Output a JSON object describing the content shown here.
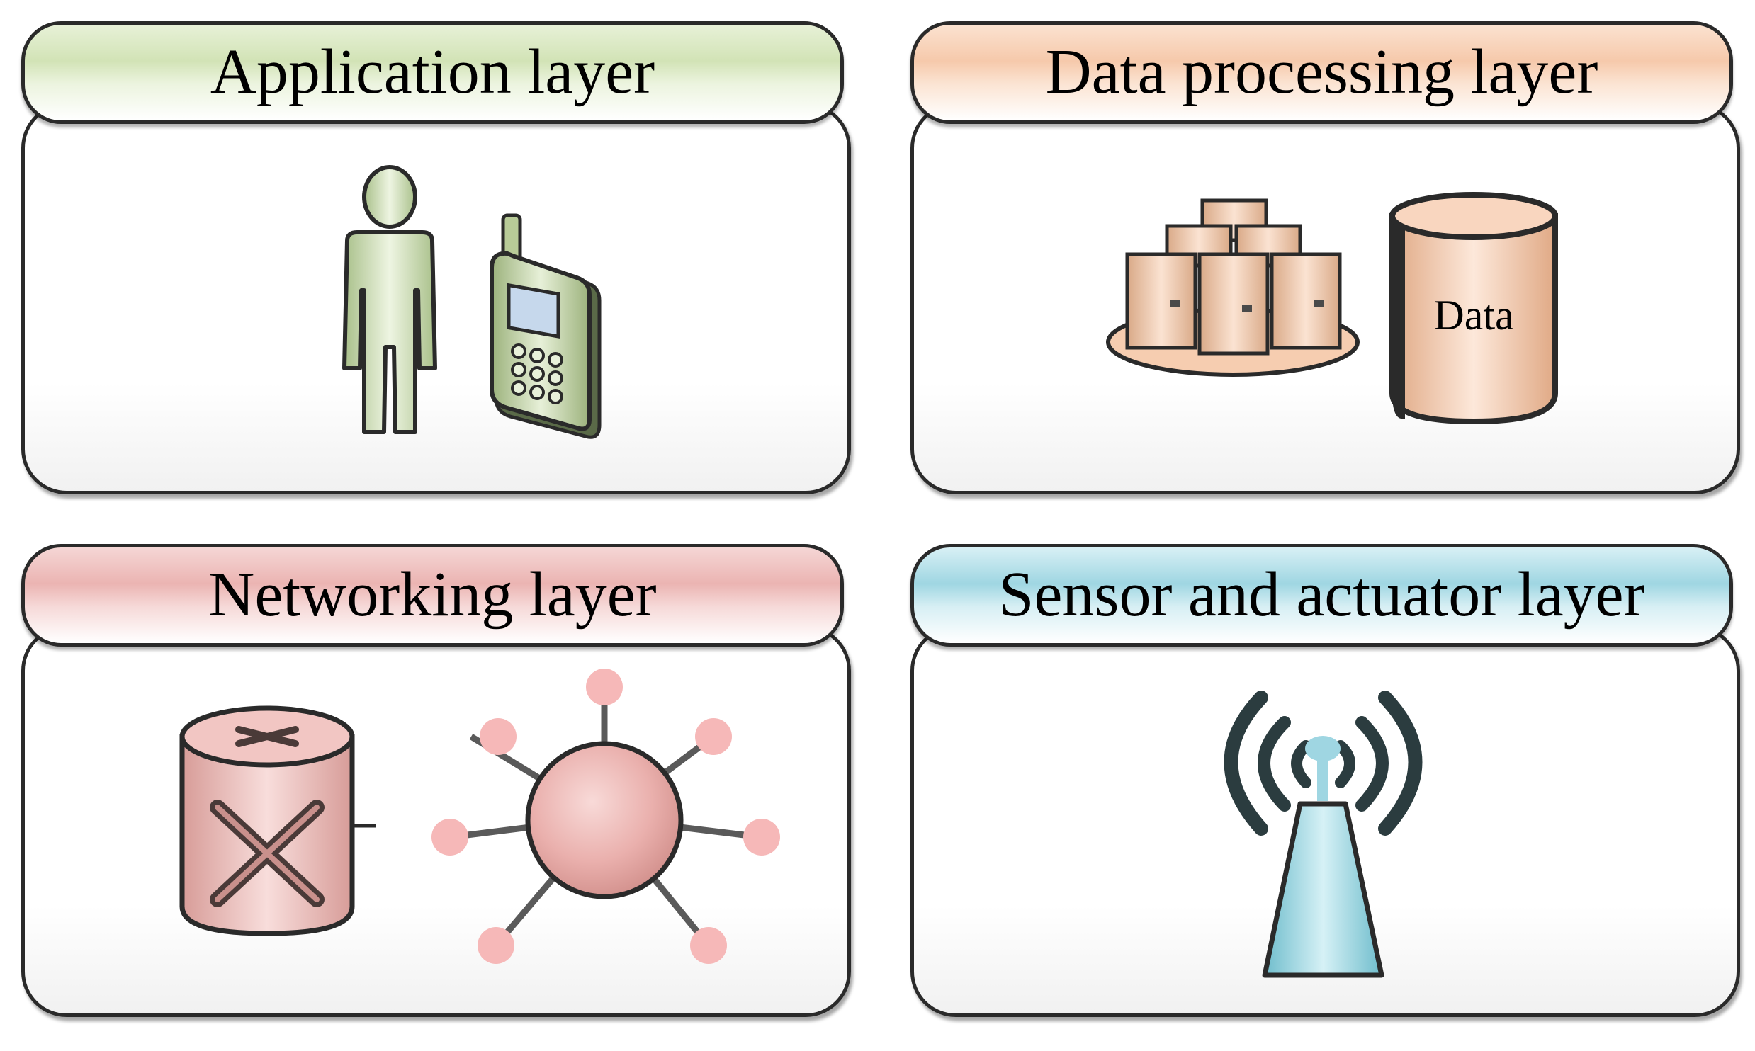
{
  "panels": {
    "application": {
      "title": "Application layer",
      "color": "#d2e3b6"
    },
    "data_processing": {
      "title": "Data processing layer",
      "color": "#f6c9ab",
      "db_label": "Data"
    },
    "networking": {
      "title": "Networking layer",
      "color": "#ebb4b2"
    },
    "sensor": {
      "title": "Sensor and actuator layer",
      "color": "#9fd6e2"
    }
  },
  "icons": {
    "application": [
      "person-icon",
      "mobile-phone-icon"
    ],
    "data_processing": [
      "server-cluster-icon",
      "database-icon"
    ],
    "networking": [
      "router-icon",
      "network-hub-icon"
    ],
    "sensor": [
      "wireless-tower-icon"
    ]
  }
}
